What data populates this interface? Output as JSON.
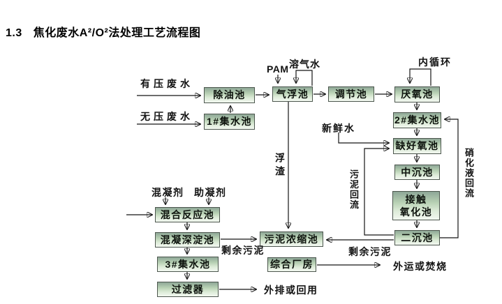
{
  "title": {
    "number": "1.3",
    "text": "焦化废水A²/O²法处理工艺流程图"
  },
  "boxes": {
    "oil_removal": "除油池",
    "collecting1": "1#集水池",
    "air_flotation": "气浮池",
    "regulating": "调节池",
    "anaerobic": "厌氧池",
    "collecting2": "2#集水池",
    "anoxic_oxic": "缺好氧池",
    "middle_sedimentation": "中沉池",
    "contact_oxidation_line1": "接触",
    "contact_oxidation_line2": "氧化池",
    "secondary_sedimentation": "二沉池",
    "mixing_reaction": "混合反应池",
    "coagulation_sedimentation": "混凝深淀池",
    "collecting3": "3#集水池",
    "filter": "过滤器",
    "sludge_thickening": "污泥浓缩池",
    "general_workshop": "综合厂房"
  },
  "labels": {
    "pressurized_wastewater": "有压废水",
    "unpressurized_wastewater": "无压废水",
    "pam": "PAM",
    "dissolved_air_water": "溶气水",
    "internal_circulation": "内循环",
    "fresh_water": "新鲜水",
    "scum": "浮渣",
    "sludge_return": "污泥回流",
    "nitrified_liquid_return": "硝化液回流",
    "coagulant": "混凝剂",
    "coagulant_aid": "助凝剂",
    "excess_sludge_left": "剩余污泥",
    "excess_sludge_right": "剩余污泥",
    "outward_or_incineration": "外运或焚烧",
    "discharge_or_reuse": "外排或回用"
  },
  "colors": {
    "box_gradient_top": "#8ea797",
    "box_gradient_bottom": "#f3f8f1",
    "box_border": "#4c564d",
    "line": "#151515",
    "text": "#000000",
    "background": "#ffffff"
  }
}
